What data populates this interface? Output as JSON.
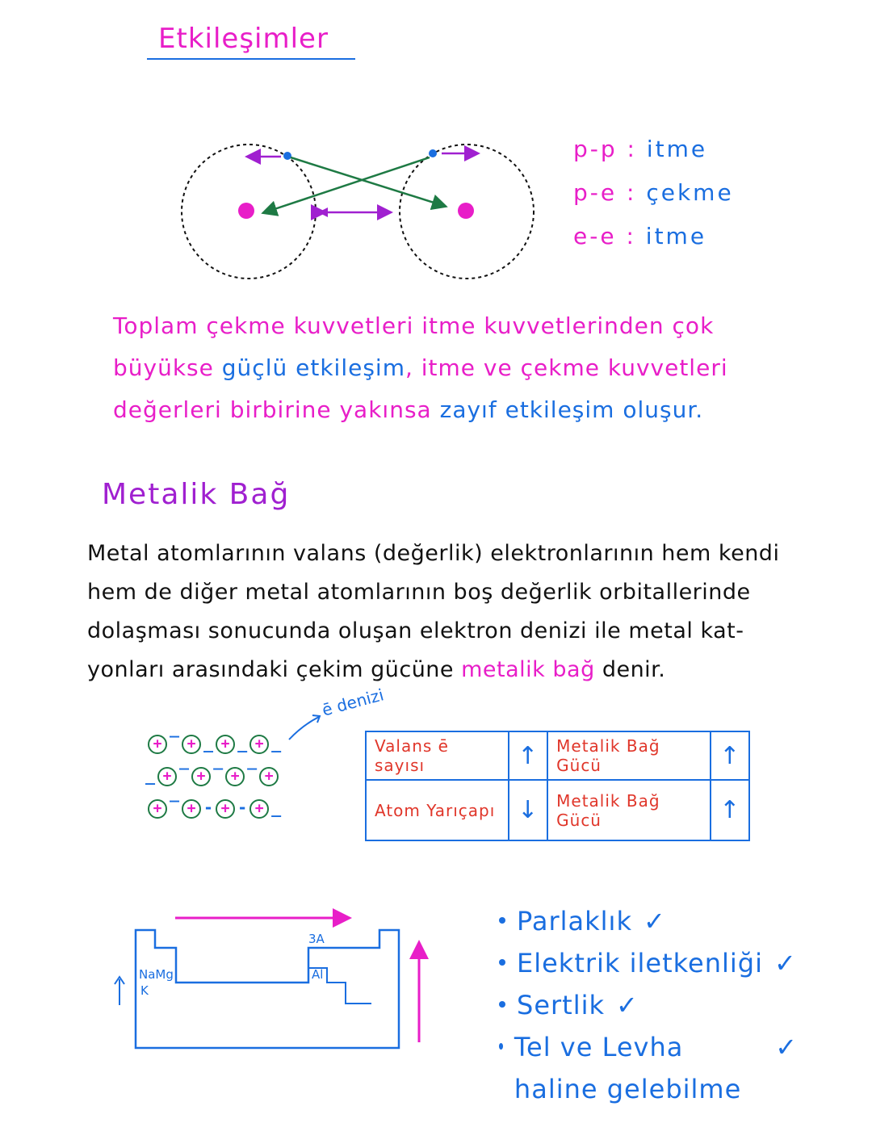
{
  "section1": {
    "title": "Etkileşimler",
    "diagram": {
      "description": "Two atoms: nuclei (pink dots), electrons (blue dots) on dashed orbit circles",
      "arrows": {
        "electron_electron": "itme (purple, outward)",
        "proton_proton": "itme (purple, double-headed between atoms)",
        "proton_electron": "çekme (green, crossing)"
      }
    },
    "legend": [
      {
        "pair": "p-p :",
        "effect": "itme"
      },
      {
        "pair": "p-e :",
        "effect": "çekme"
      },
      {
        "pair": "e-e :",
        "effect": "itme"
      }
    ],
    "paragraph": {
      "line1": "Toplam çekme kuvvetleri itme kuvvetlerinden çok",
      "line2_a": "büyükse",
      "line2_b": "güçlü etkileşim",
      "line2_c": ", itme ve çekme kuvvetleri",
      "line3_a": "değerleri birbirine yakınsa",
      "line3_b": "zayıf etkileşim oluşur."
    }
  },
  "section2": {
    "title": "Metalik Bağ",
    "definition": {
      "line1": "Metal atomlarının valans (değerlik) elektronlarının hem kendi",
      "line2": "hem de diğer metal atomlarının boş değerlik orbitallerinde",
      "line3": "dolaşması sonucunda oluşan elektron denizi ile metal kat-",
      "line4_a": "yonları arasındaki çekim gücüne",
      "line4_b": "metalik bağ",
      "line4_c": "denir."
    },
    "lattice_label": "ē denizi",
    "table": {
      "rows": [
        {
          "factor": "Valans ē sayısı",
          "factor_arrow": "↑",
          "result": "Metalik Bağ Gücü",
          "result_arrow": "↑"
        },
        {
          "factor": "Atom Yarıçapı",
          "factor_arrow": "↓",
          "result": "Metalik Bağ Gücü",
          "result_arrow": "↑"
        }
      ]
    },
    "periodic_table": {
      "labels": {
        "group_3a": "3A",
        "left_elements": "NaMg",
        "left_k": "K",
        "al": "Al"
      },
      "left_arrow": "↑"
    },
    "properties": [
      {
        "label": "Parlaklık",
        "check": "✓"
      },
      {
        "label": "Elektrik iletkenliği",
        "check": "✓"
      },
      {
        "label": "Sertlik",
        "check": "✓"
      },
      {
        "label": "Tel ve Levha haline gelebilme",
        "check": "✓"
      }
    ]
  },
  "colors": {
    "pink": "#e81ec8",
    "blue": "#1a6ee0",
    "purple": "#a020d0",
    "green": "#1e7a44",
    "red": "#e0362a"
  }
}
